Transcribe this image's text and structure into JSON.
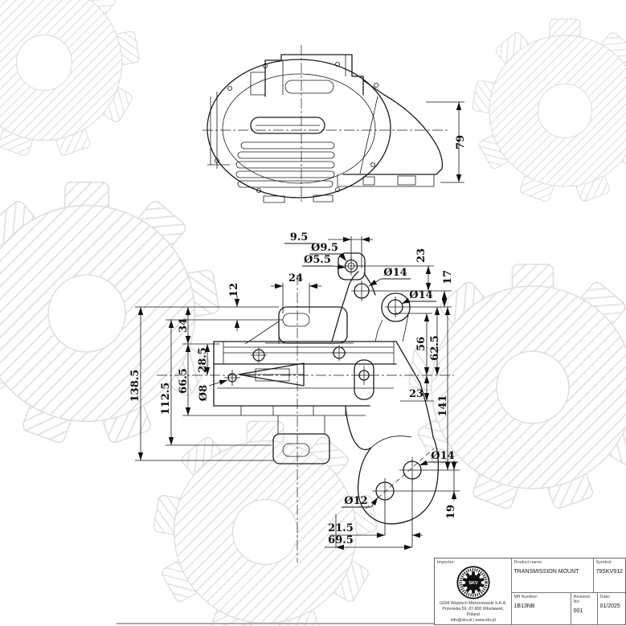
{
  "watermark": {
    "icon": "gear-watermark",
    "brand_color": "#e3e3e3"
  },
  "dims": {
    "side_height": "79",
    "offset_9_5": "9.5",
    "hole_o9_5": "Ø9.5",
    "hole_o5_5": "Ø5.5",
    "v23_top": "23",
    "v17": "17",
    "hole_o14_a": "Ø14",
    "hole_o14_b": "Ø14",
    "slot_24": "24",
    "v12": "12",
    "v34": "34",
    "v28_5": "28.5",
    "v66_5": "66.5",
    "v112_5": "112.5",
    "v138_5": "138.5",
    "hole_o8": "Ø8",
    "v56": "56",
    "v62_5": "62.5",
    "v23_mid": "23",
    "v141": "141",
    "hole_o14_c": "Ø14",
    "hole_o12": "Ø12",
    "v19": "19",
    "h21_5": "21.5",
    "h69_5": "69.5"
  },
  "title_block": {
    "importer_label": "Importer:",
    "logo_text": "SKV",
    "company_line1": "GGM Wojciech Michorzewski S.K.A.",
    "company_line2": "Przesieka 59, 87-800 Włocławek, Poland",
    "company_line3": "info@skv.pl | www.skv.pl",
    "product_name_label": "Product name:",
    "product_name": "TRANSMISSION MOUNT",
    "symbol_label": "Symbol:",
    "symbol": "79SKV912",
    "mft_number_label": "Mft Number:",
    "mft_number": "1B13NB",
    "revision_label": "Revision No:",
    "revision": "001",
    "date_label": "Date:",
    "date": "01/2025"
  }
}
